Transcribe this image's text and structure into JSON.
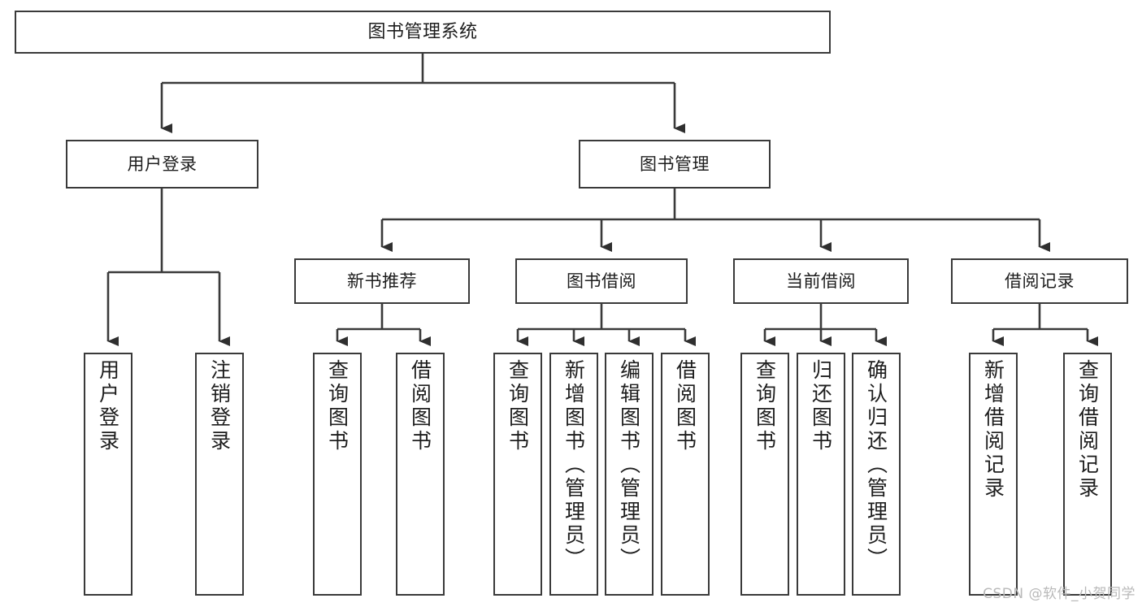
{
  "diagram": {
    "title": "图书管理系统",
    "watermark": "CSDN @软件_小贺同学",
    "colors": {
      "stroke": "#3a3a3a",
      "box_fill": "#ffffff",
      "text": "#1d1d1d",
      "background": "#ffffff",
      "watermark": "#b9b9b9"
    },
    "root": {
      "label": "图书管理系统"
    },
    "level2": [
      {
        "label": "用户登录"
      },
      {
        "label": "图书管理"
      }
    ],
    "level3": [
      {
        "label": "新书推荐"
      },
      {
        "label": "图书借阅"
      },
      {
        "label": "当前借阅"
      },
      {
        "label": "借阅记录"
      }
    ],
    "leaves": {
      "user_login": [
        {
          "label": "用户登录"
        },
        {
          "label": "注销登录"
        }
      ],
      "new_book_recommend": [
        {
          "label": "查询图书"
        },
        {
          "label": "借阅图书"
        }
      ],
      "book_borrow": [
        {
          "label": "查询图书"
        },
        {
          "label": "新增图书（管理员）"
        },
        {
          "label": "编辑图书（管理员）"
        },
        {
          "label": "借阅图书"
        }
      ],
      "current_borrow": [
        {
          "label": "查询图书"
        },
        {
          "label": "归还图书"
        },
        {
          "label": "确认归还（管理员）"
        }
      ],
      "borrow_record": [
        {
          "label": "新增借阅记录"
        },
        {
          "label": "查询借阅记录"
        }
      ]
    }
  }
}
